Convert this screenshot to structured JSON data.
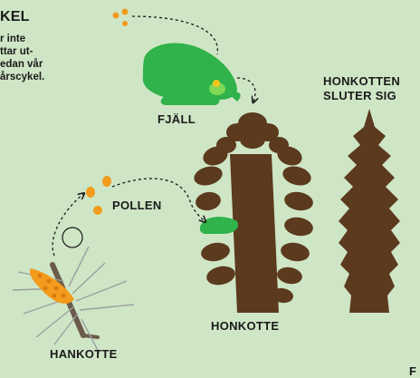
{
  "title_partial": "KEL",
  "intro_lines": [
    "r inte",
    "ttar ut-",
    "edan vår",
    "årscykel."
  ],
  "labels": {
    "fjall": "FJÄLL",
    "pollen": "POLLEN",
    "honkotte": "HONKOTTE",
    "hankotte": "HANKOTTE",
    "closes_line1": "HONKOTTEN",
    "closes_line2": "SLUTER SIG",
    "edge_partial": "F"
  },
  "colors": {
    "background": "#cfe6c6",
    "cone_brown": "#5b3a1e",
    "scale_green": "#2fb34a",
    "pollen_orange": "#f39b1c",
    "text": "#1a1a1a"
  }
}
